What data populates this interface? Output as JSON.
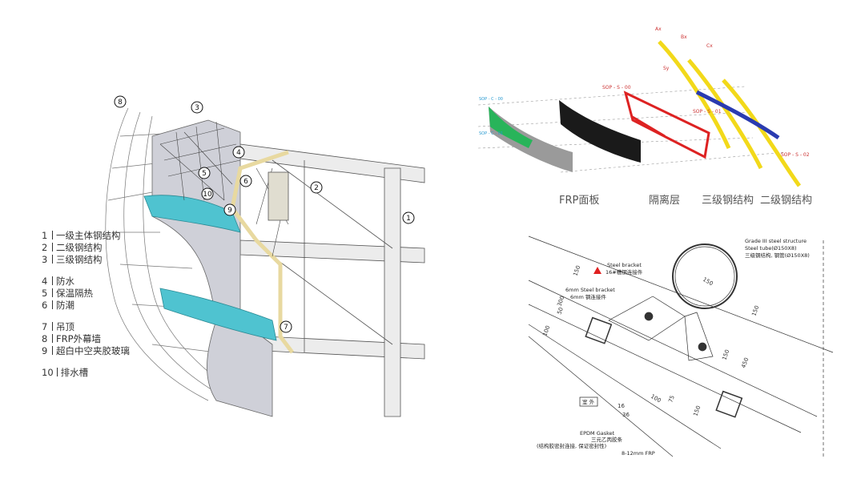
{
  "legend": {
    "groups": [
      [
        {
          "num": "1",
          "label": "一级主体钢结构"
        },
        {
          "num": "2",
          "label": "二级钢结构"
        },
        {
          "num": "3",
          "label": "三级钢结构"
        }
      ],
      [
        {
          "num": "4",
          "label": "防水"
        },
        {
          "num": "5",
          "label": "保温隔热"
        },
        {
          "num": "6",
          "label": "防潮"
        }
      ],
      [
        {
          "num": "7",
          "label": "吊顶"
        },
        {
          "num": "8",
          "label": "FRP外幕墙"
        },
        {
          "num": "9",
          "label": "超白中空夹胶玻璃"
        }
      ],
      [
        {
          "num": "10",
          "label": "排水槽"
        }
      ]
    ]
  },
  "callouts": [
    "1",
    "2",
    "3",
    "4",
    "5",
    "6",
    "7",
    "8",
    "9",
    "10"
  ],
  "exploded": {
    "captions": [
      "FRP面板",
      "隔离层",
      "三级钢结构",
      "二级钢结构"
    ],
    "axes": [
      "Ax",
      "Bx",
      "Cx",
      "Sy"
    ],
    "tags": [
      "SOP - C - 00",
      "SOP - C - 01",
      "SOP - S - 00",
      "SOP - S - 01",
      "SOP - S - 02"
    ]
  },
  "detail": {
    "grade3_en": "Grade III steel structure",
    "tube_en": "Steel tube(Ø150X8)",
    "grade3_cn": "三级钢结构, 钢管(Ø150X8)",
    "bracket_en": "Steel bracket",
    "bracket_cn": "16#槽钢连接件",
    "bracket6_en": "6mm Steel bracket",
    "bracket6_cn": "6mm 钢连接件",
    "outdoor": "室 外",
    "gasket_en": "EPDM Gasket",
    "gasket_cn": "三元乙丙胶条",
    "gasket_note": "(结构胶密封连接, 保证密封性)",
    "frp": "8-12mm FRP",
    "dims": [
      "150",
      "150",
      "50",
      "300",
      "100",
      "150",
      "150",
      "450",
      "100",
      "75",
      "16",
      "36",
      "150"
    ]
  },
  "colors": {
    "glass": "#4fc3d0",
    "steel": "#e8e8e8",
    "yellow": "#f2d91a",
    "red": "#d22",
    "blue": "#2a3bb0",
    "green": "#28b45a",
    "warning": "#e02020"
  }
}
